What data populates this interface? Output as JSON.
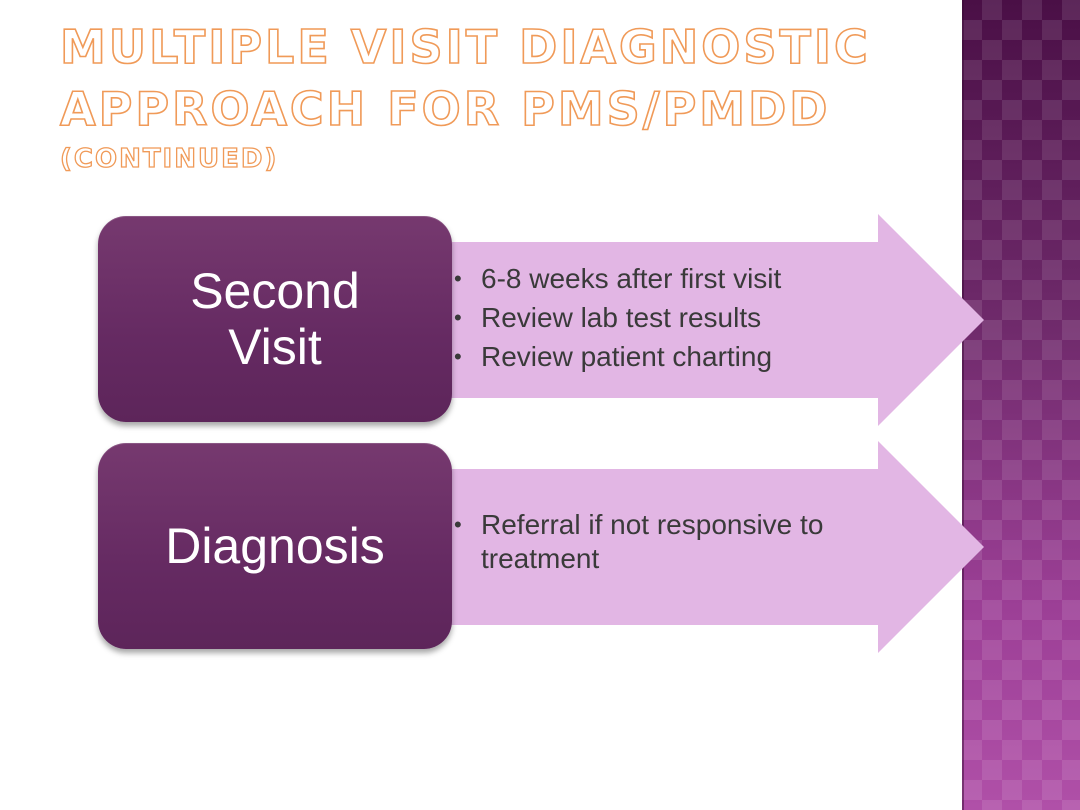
{
  "title": {
    "line1": "Multiple Visit Diagnostic",
    "line2": "Approach for PMS/PMDD",
    "subtitle": "(continued)"
  },
  "rows": [
    {
      "label": "Second Visit",
      "bullets": [
        "6-8 weeks after first visit",
        "Review lab test results",
        "Review patient charting"
      ]
    },
    {
      "label": "Diagnosis",
      "bullets": [
        "Referral if not responsive to treatment"
      ]
    }
  ],
  "bullet_glyph": "•",
  "colors": {
    "label_box": "#652a62",
    "arrow": "#e2b6e4",
    "title_outline": "#f09a58",
    "side_band": "#7a2f78"
  }
}
